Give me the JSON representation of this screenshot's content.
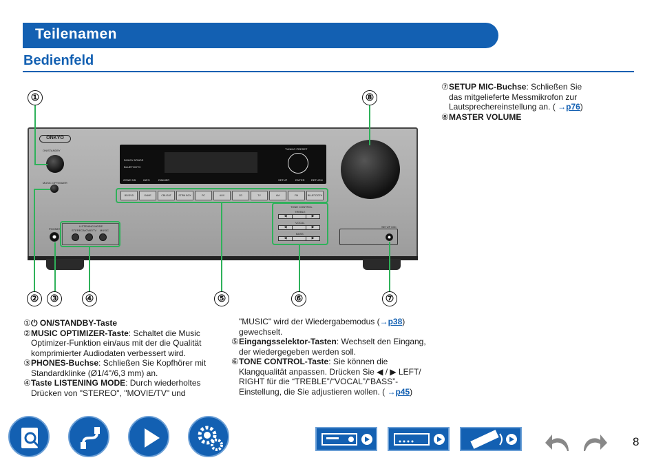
{
  "header": {
    "title": "Teilenamen",
    "subtitle": "Bedienfeld"
  },
  "callouts": {
    "n1": "①",
    "n2": "②",
    "n3": "③",
    "n4": "④",
    "n5": "⑤",
    "n6": "⑥",
    "n7": "⑦",
    "n8": "⑧"
  },
  "panel": {
    "logo": "ONKYO",
    "on_standby": "ON/STANDBY",
    "music_optimizer": "MUSIC OPTIMIZER",
    "phones": "PHONES",
    "listening_mode": "LISTENING MODE",
    "lm_buttons": [
      "STEREO",
      "MOVIE/TV",
      "MUSIC"
    ],
    "dolby": "DOLBY ATMOS",
    "bluetooth": "BLUETOOTH",
    "tuning_preset": "TUNING  PRESET",
    "top_buttons": [
      "ZONE 2/B",
      "INFO",
      "DIMMER",
      "SETUP",
      "ENTER",
      "RETURN"
    ],
    "selectors": [
      "BD/DVD",
      "GAME",
      "CBL/SAT",
      "STRM BOX",
      "PC",
      "AUX",
      "CD",
      "TV",
      "AM",
      "FM",
      "BLUETOOTH"
    ],
    "tone_control": "TONE CONTROL",
    "treble": "TREBLE",
    "vocal": "VOCAL",
    "bass": "BASS",
    "setup_mic": "SETUP MIC"
  },
  "right_text": {
    "i7_num": "⑦",
    "i7_title": "SETUP MIC-Buchse",
    "i7_body": ": Schließen Sie das mitgelieferte Messmikrofon zur Lautsprechereinstellung an. (",
    "i7_arrow": "→",
    "i7_link": "p76",
    "i7_end": ")",
    "i8_num": "⑧",
    "i8_title": "MASTER VOLUME"
  },
  "left_text": {
    "i1_num": "①",
    "i1_title": "⏻ ON/STANDBY-Taste",
    "i2_num": "②",
    "i2_title": "MUSIC OPTIMIZER-Taste",
    "i2_body": ": Schaltet die Music Optimizer-Funktion ein/aus mit der die Qualität komprimierter Audiodaten verbessert wird.",
    "i3_num": "③",
    "i3_title": "PHONES-Buchse",
    "i3_body": ": Schließen Sie Kopfhörer mit Standardklinke (Ø1/4\"/6,3 mm) an.",
    "i4_num": "④",
    "i4_title": "Taste LISTENING MODE",
    "i4_body": ": Durch wiederholtes Drücken von \"STEREO\", \"MOVIE/TV\" und"
  },
  "mid_text": {
    "cont": "\"MUSIC\" wird der Wiedergabemodus (",
    "cont_arrow": "→",
    "cont_link": "p38",
    "cont_end": ") gewechselt.",
    "i5_num": "⑤",
    "i5_title": "Eingangsselektor-Tasten",
    "i5_body": ": Wechselt den Eingang, der wiedergegeben werden soll.",
    "i6_num": "⑥",
    "i6_title": "TONE CONTROL-Taste",
    "i6_body": ": Sie können die Klangqualität anpassen. Drücken Sie ◀ / ▶ LEFT/ RIGHT für die “TREBLE”/“VOCAL”/“BASS”-Einstellung, die Sie adjustieren wollen. (",
    "i6_arrow": "→",
    "i6_link": "p45",
    "i6_end": ")"
  },
  "footer": {
    "page_number": "8"
  },
  "colors": {
    "brand_blue": "#1360b2",
    "callout_green": "#2fb15a"
  }
}
